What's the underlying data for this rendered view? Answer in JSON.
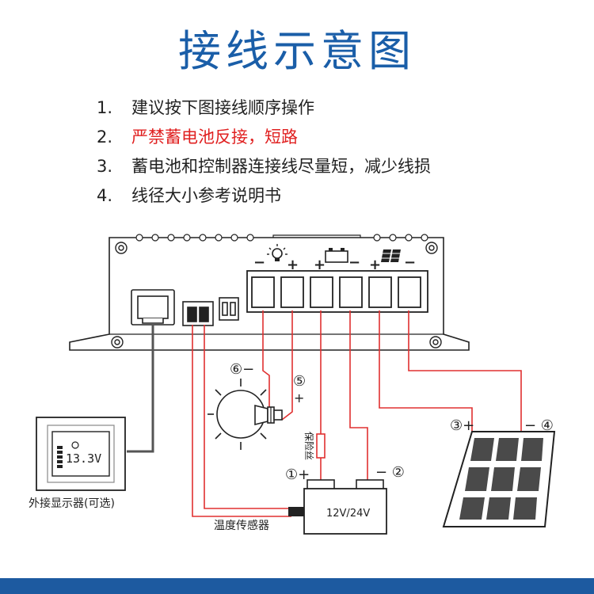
{
  "title": "接线示意图",
  "steps": [
    {
      "num": "1.",
      "text": "建议按下图接线顺序操作"
    },
    {
      "num": "2.",
      "text": "严禁蓄电池反接，短路"
    },
    {
      "num": "3.",
      "text": "蓄电池和控制器连接线尽量短，减少线损"
    },
    {
      "num": "4.",
      "text": "线径大小参考说明书"
    }
  ],
  "colors": {
    "title": "#1a5ea8",
    "warning": "#e02020",
    "wire": "#e03030",
    "footer": "#1d5aa0"
  },
  "labels": {
    "display_caption": "外接显示器(可选)",
    "display_reading": "13.3V",
    "battery": "12V/24V",
    "fuse": "保险丝",
    "sensor": "温度传感器",
    "t1": "①+",
    "t2": "−  ②",
    "t3": "③+",
    "t4": "−  ④",
    "t5": "⑤",
    "t5_sign": "+",
    "t6": "⑥−",
    "load_minus": "−",
    "load_plus": "+",
    "bat_plus": "+",
    "bat_minus": "−",
    "solar_plus": "+",
    "solar_minus": "−"
  },
  "icons": [
    "bulb-icon",
    "battery-icon",
    "solar-panel-icon",
    "display-icon",
    "rj45-port-icon"
  ]
}
